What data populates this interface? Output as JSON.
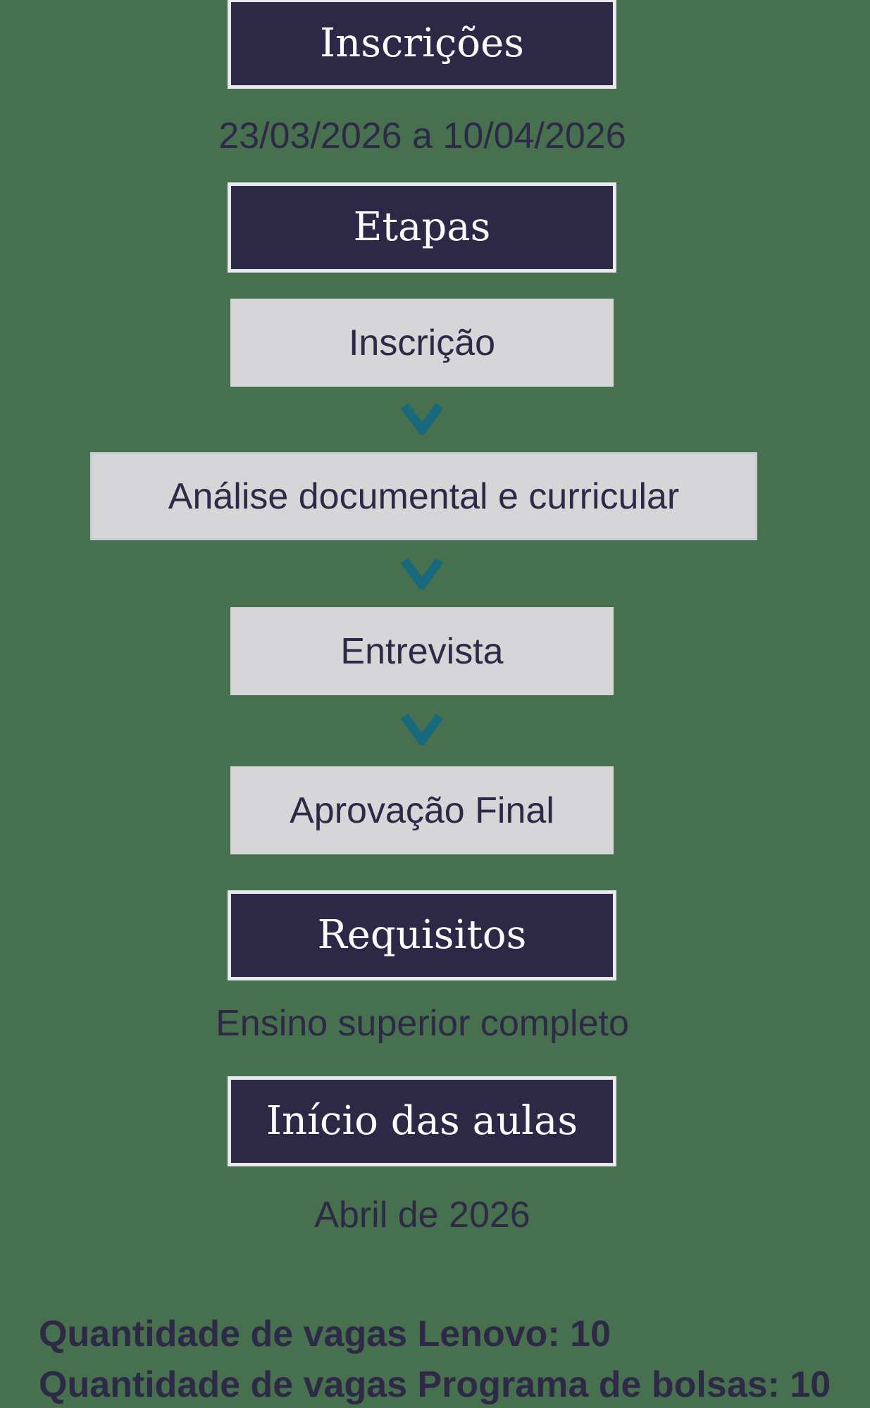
{
  "colors": {
    "background": "#47714e",
    "navy": "#2d2845",
    "box_border": "#eae9f0",
    "gray_fill": "#d6d5d7",
    "gray_border": "#c8cdd5",
    "text_dark": "#2e2947",
    "heading_text": "#fbfafd",
    "chevron": "#17697b"
  },
  "sections": {
    "inscricoes": {
      "title": "Inscrições",
      "period": "23/03/2026 a 10/04/2026"
    },
    "etapas": {
      "title": "Etapas",
      "steps": [
        {
          "label": "Inscrição"
        },
        {
          "label": "Análise documental e curricular"
        },
        {
          "label": "Entrevista"
        },
        {
          "label": "Aprovação Final"
        }
      ]
    },
    "requisitos": {
      "title": "Requisitos",
      "text": "Ensino superior completo"
    },
    "inicio": {
      "title": "Início das aulas",
      "text": "Abril de 2026"
    },
    "vagas": {
      "line1": "Quantidade de vagas Lenovo: 10",
      "line2": "Quantidade de vagas Programa de bolsas: 10"
    }
  }
}
